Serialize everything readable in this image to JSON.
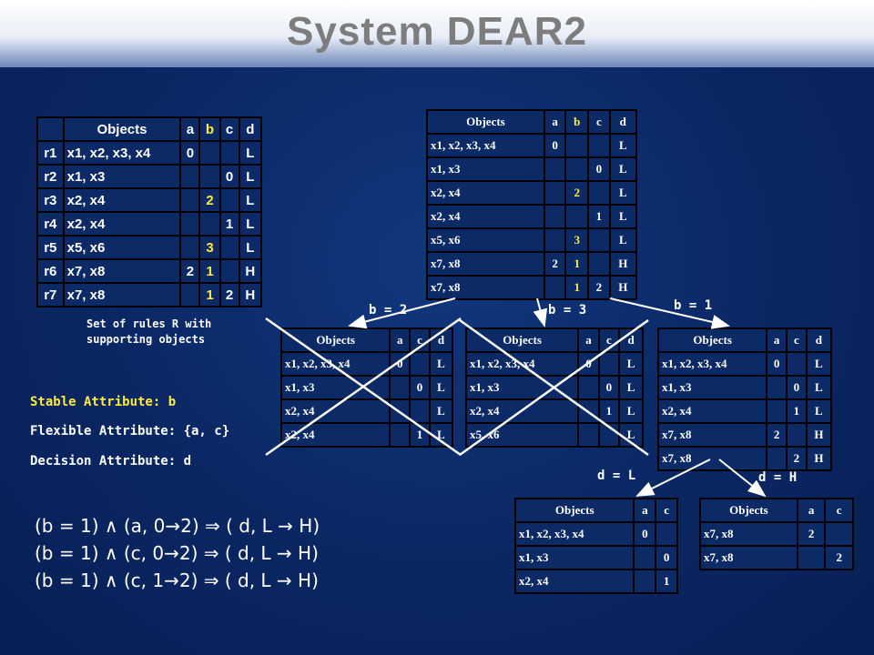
{
  "title": "System DEAR2",
  "rules_table": {
    "header": [
      "",
      "Objects",
      "a",
      "b",
      "c",
      "d"
    ],
    "rows": [
      {
        "r": "r1",
        "objects": "x1, x2, x3, x4",
        "a": "0",
        "b": "",
        "c": "",
        "d": "L"
      },
      {
        "r": "r2",
        "objects": "x1, x3",
        "a": "",
        "b": "",
        "c": "0",
        "d": "L"
      },
      {
        "r": "r3",
        "objects": "x2, x4",
        "a": "",
        "b": "2",
        "c": "",
        "d": "L"
      },
      {
        "r": "r4",
        "objects": "x2, x4",
        "a": "",
        "b": "",
        "c": "1",
        "d": "L"
      },
      {
        "r": "r5",
        "objects": "x5, x6",
        "a": "",
        "b": "3",
        "c": "",
        "d": "L"
      },
      {
        "r": "r6",
        "objects": "x7, x8",
        "a": "2",
        "b": "1",
        "c": "",
        "d": "H"
      },
      {
        "r": "r7",
        "objects": "x7, x8",
        "a": "",
        "b": "1",
        "c": "2",
        "d": "H"
      }
    ],
    "caption": [
      "Set of rules R with",
      "supporting objects"
    ]
  },
  "top_table": {
    "header": [
      "Objects",
      "a",
      "b",
      "c",
      "d"
    ],
    "rows": [
      [
        "x1, x2, x3, x4",
        "0",
        "",
        "",
        "L"
      ],
      [
        "x1, x3",
        "",
        "",
        "0",
        "L"
      ],
      [
        "x2, x4",
        "",
        "2",
        "",
        "L"
      ],
      [
        "x2, x4",
        "",
        "",
        "1",
        "L"
      ],
      [
        "x5, x6",
        "",
        "3",
        "",
        "L"
      ],
      [
        "x7, x8",
        "2",
        "1",
        "",
        "H"
      ],
      [
        "x7, x8",
        "",
        "1",
        "2",
        "H"
      ]
    ]
  },
  "branch_labels": {
    "b2": "b = 2",
    "b3": "b = 3",
    "b1": "b = 1",
    "dL": "d = L",
    "dH": "d = H"
  },
  "table_b2": {
    "header": [
      "Objects",
      "a",
      "c",
      "d"
    ],
    "rows": [
      [
        "x1, x2, x3, x4",
        "0",
        "",
        "L"
      ],
      [
        "x1, x3",
        "",
        "0",
        "L"
      ],
      [
        "x2, x4",
        "",
        "",
        "L"
      ],
      [
        "x2, x4",
        "",
        "1",
        "L"
      ]
    ]
  },
  "table_b3": {
    "header": [
      "Objects",
      "a",
      "c",
      "d"
    ],
    "rows": [
      [
        "x1, x2, x3, x4",
        "0",
        "",
        "L"
      ],
      [
        "x1, x3",
        "",
        "0",
        "L"
      ],
      [
        "x2, x4",
        "",
        "1",
        "L"
      ],
      [
        "x5, x6",
        "",
        "",
        "L"
      ]
    ]
  },
  "table_b1": {
    "header": [
      "Objects",
      "a",
      "c",
      "d"
    ],
    "rows": [
      [
        "x1, x2, x3, x4",
        "0",
        "",
        "L"
      ],
      [
        "x1, x3",
        "",
        "0",
        "L"
      ],
      [
        "x2, x4",
        "",
        "1",
        "L"
      ],
      [
        "x7, x8",
        "2",
        "",
        "H"
      ],
      [
        "x7, x8",
        "",
        "2",
        "H"
      ]
    ]
  },
  "table_dL": {
    "header": [
      "Objects",
      "a",
      "c"
    ],
    "rows": [
      [
        "x1, x2, x3, x4",
        "0",
        ""
      ],
      [
        "x1, x3",
        "",
        "0"
      ],
      [
        "x2, x4",
        "",
        "1"
      ]
    ]
  },
  "table_dH": {
    "header": [
      "Objects",
      "a",
      "c"
    ],
    "rows": [
      [
        "x7, x8",
        "2",
        ""
      ],
      [
        "x7, x8",
        "",
        "2"
      ]
    ]
  },
  "attributes": {
    "stable": "Stable Attribute: b",
    "flexible": "Flexible Attribute: {a, c}",
    "decision": "Decision Attribute: d"
  },
  "rules": [
    "(b = 1) ∧ (a, 0→2) ⇒ ( d, L → H)",
    "(b = 1) ∧ (c, 0→2) ⇒ ( d, L → H)",
    "(b = 1) ∧ (c, 1→2) ⇒ ( d, L → H)"
  ],
  "colors": {
    "background": "#0b2a66",
    "highlight": "#ffeb3b",
    "title": "#7d7d7d"
  }
}
